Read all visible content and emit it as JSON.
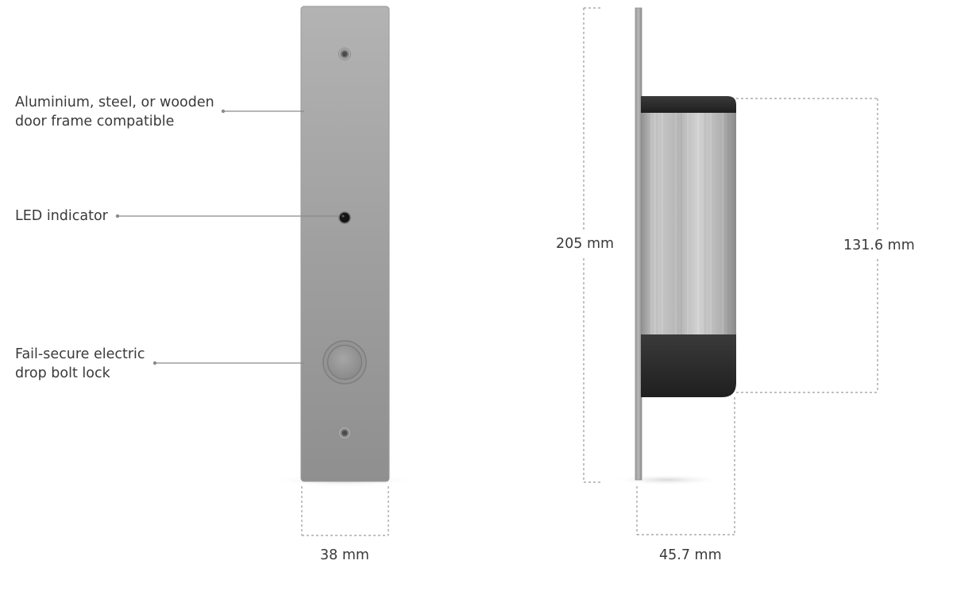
{
  "callouts": {
    "frame_line1": "Aluminium, steel, or wooden",
    "frame_line2": "door frame compatible",
    "led": "LED indicator",
    "lock_line1": "Fail-secure electric",
    "lock_line2": "drop bolt lock"
  },
  "dimensions": {
    "front_width": "38 mm",
    "height": "205 mm",
    "body_height": "131.6 mm",
    "depth": "45.7 mm"
  },
  "colors": {
    "line": "#8a8a8a",
    "dashed": "#9a9a9a",
    "plate_top": "#b4b4b4",
    "plate_bottom": "#8e8e8e",
    "body_black": "#2a2a2a",
    "led": "#111111"
  }
}
